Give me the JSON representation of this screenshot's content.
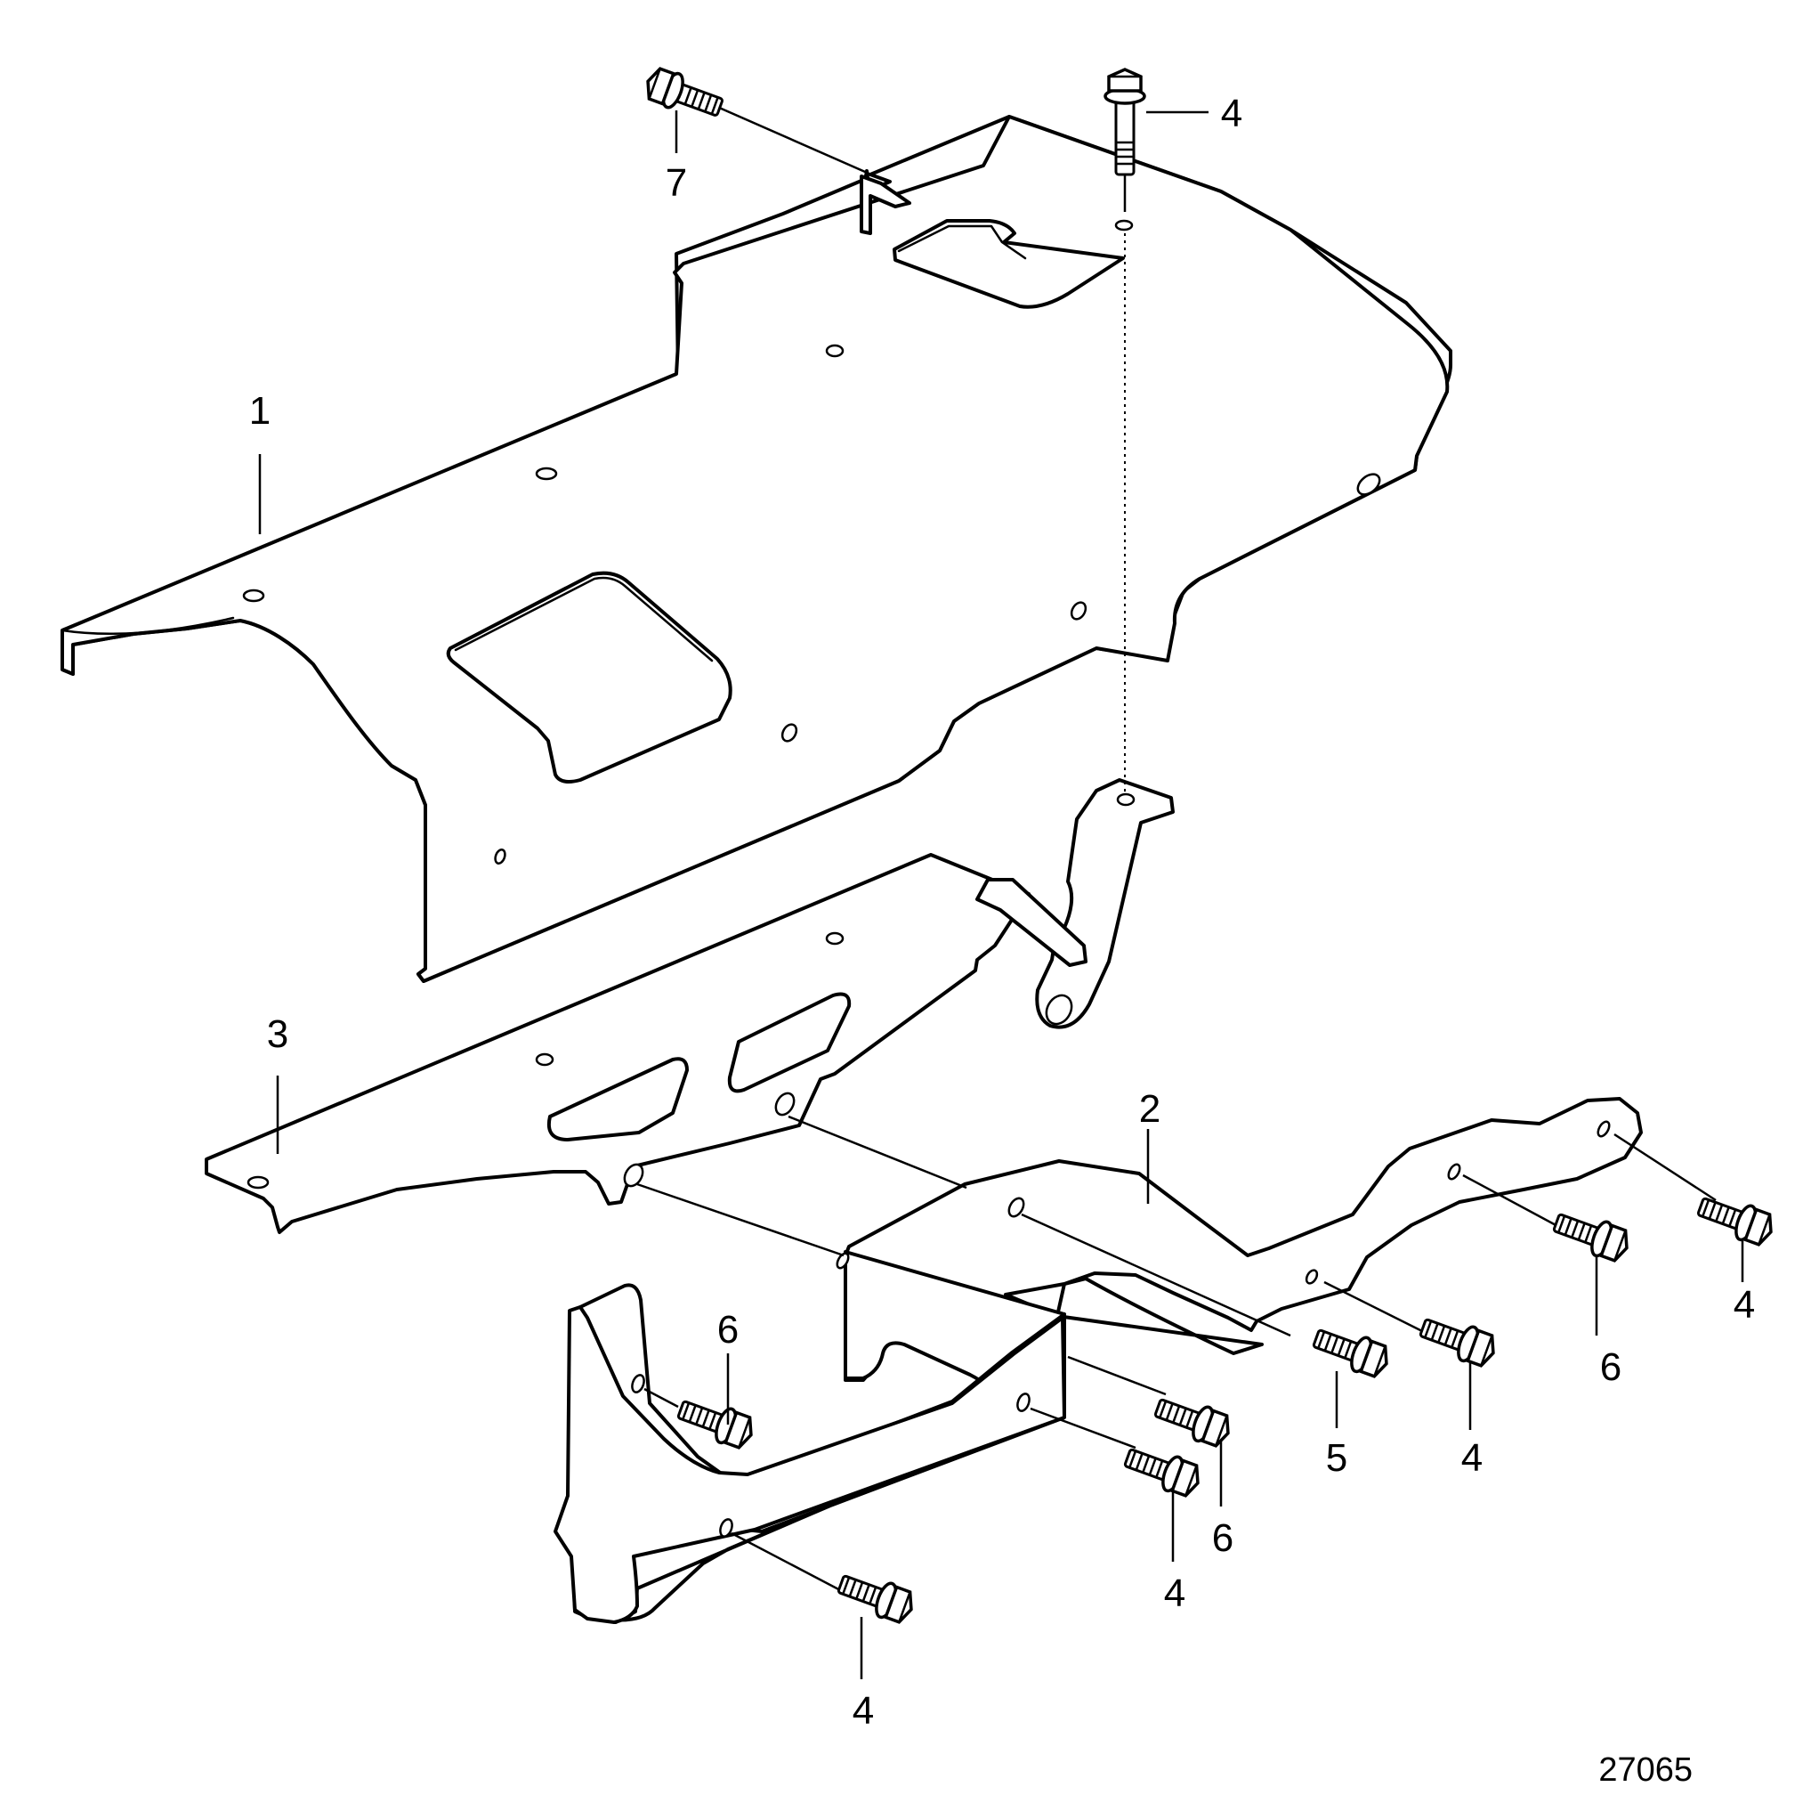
{
  "callouts": {
    "c1": "1",
    "c2": "2",
    "c3": "3",
    "c4a": "4",
    "c4b": "4",
    "c4c": "4",
    "c4d": "4",
    "c4e": "4",
    "c5": "5",
    "c6a": "6",
    "c6b": "6",
    "c6c": "6",
    "c7": "7"
  },
  "figure_id": "27065"
}
